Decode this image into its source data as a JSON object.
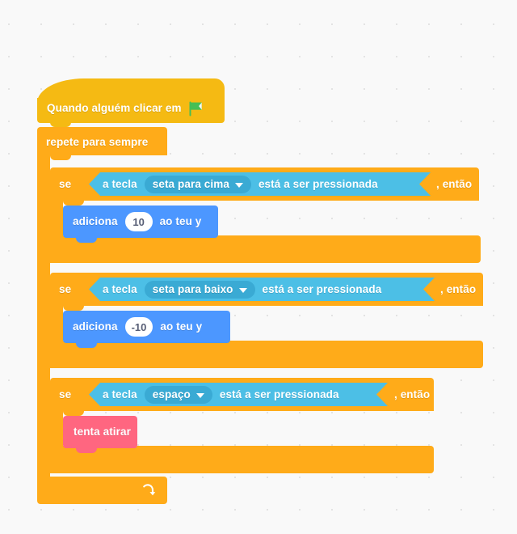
{
  "editor": {
    "name": "block-code-workspace",
    "language": "pt-PT",
    "background_color": "#f9f9f9",
    "grid_dot_color": "#e3e3e3"
  },
  "palette": {
    "events_color": "#f5ba13",
    "control_color": "#ffab19",
    "sensing_color": "#4cbfe6",
    "sensing_dropdown_color": "#3aaad4",
    "motion_color": "#4c97ff",
    "custom_color": "#ff6680",
    "input_field_color": "#ffffff",
    "input_text_color": "#575e75"
  },
  "script": {
    "hat": {
      "label": "Quando alguém clicar em",
      "icon": "green-flag-icon",
      "icon_color": "#45bf55"
    },
    "forever": {
      "label": "repete para sempre",
      "loop_icon": "loop-arrow-icon"
    },
    "branches": [
      {
        "if_word": "se",
        "condition": {
          "prefix": "a tecla",
          "dropdown_value": "seta para cima",
          "suffix": "está a ser pressionada"
        },
        "then_word": ", então",
        "body": {
          "kind": "motion",
          "prefix": "adiciona",
          "value": "10",
          "suffix": "ao teu y"
        }
      },
      {
        "if_word": "se",
        "condition": {
          "prefix": "a tecla",
          "dropdown_value": "seta para baixo",
          "suffix": "está a ser pressionada"
        },
        "then_word": ", então",
        "body": {
          "kind": "motion",
          "prefix": "adiciona",
          "value": "-10",
          "suffix": "ao teu y"
        }
      },
      {
        "if_word": "se",
        "condition": {
          "prefix": "a tecla",
          "dropdown_value": "espaço",
          "suffix": "está a ser pressionada"
        },
        "then_word": ", então",
        "body": {
          "kind": "custom",
          "label": "tenta atirar"
        }
      }
    ]
  }
}
